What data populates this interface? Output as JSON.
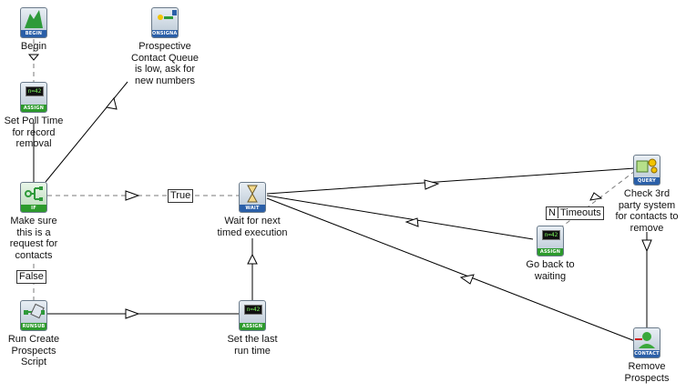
{
  "nodes": {
    "begin": {
      "tag": "BEGIN",
      "label": "Begin"
    },
    "onsignal": {
      "tag": "ONSIGNAL",
      "label": "Prospective Contact Queue is low, ask for new numbers"
    },
    "assign_poll": {
      "tag": "ASSIGN",
      "screen": "n=42",
      "label": "Set Poll Time for record removal"
    },
    "if": {
      "tag": "IF",
      "label": "Make sure this is a request for contacts"
    },
    "runsub": {
      "tag": "RUNSUB",
      "label": "Run Create Prospects Script"
    },
    "assign_last": {
      "tag": "ASSIGN",
      "screen": "n=42",
      "label": "Set the last run time"
    },
    "wait": {
      "tag": "WAIT",
      "label": "Wait for next timed execution"
    },
    "assign_back": {
      "tag": "ASSIGN",
      "screen": "n=42",
      "label": "Go back to waiting"
    },
    "query": {
      "tag": "QUERY",
      "label": "Check 3rd party system for contacts to remove"
    },
    "contact": {
      "tag": "CONTACT",
      "label": "Remove Prospects"
    }
  },
  "edge_labels": {
    "true": "True",
    "false": "False",
    "timeouts": "Timeouts",
    "timeouts_prefix": "N"
  },
  "colors": {
    "line": "#000000",
    "dashed": "#7a7a7a",
    "band_blue": "#2a5fa8",
    "band_green": "#2c9a2c"
  }
}
